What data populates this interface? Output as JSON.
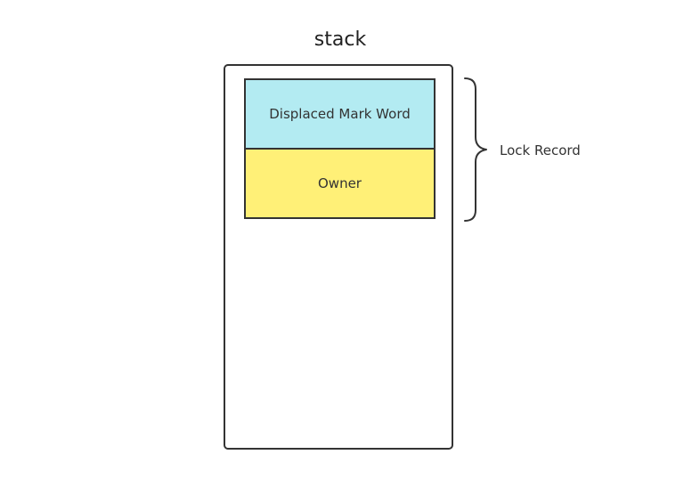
{
  "diagram": {
    "title": "stack",
    "cells": [
      {
        "label": "Displaced Mark Word",
        "color": "#b3ebf2"
      },
      {
        "label": "Owner",
        "color": "#fff077"
      }
    ],
    "brace_label": "Lock Record"
  }
}
